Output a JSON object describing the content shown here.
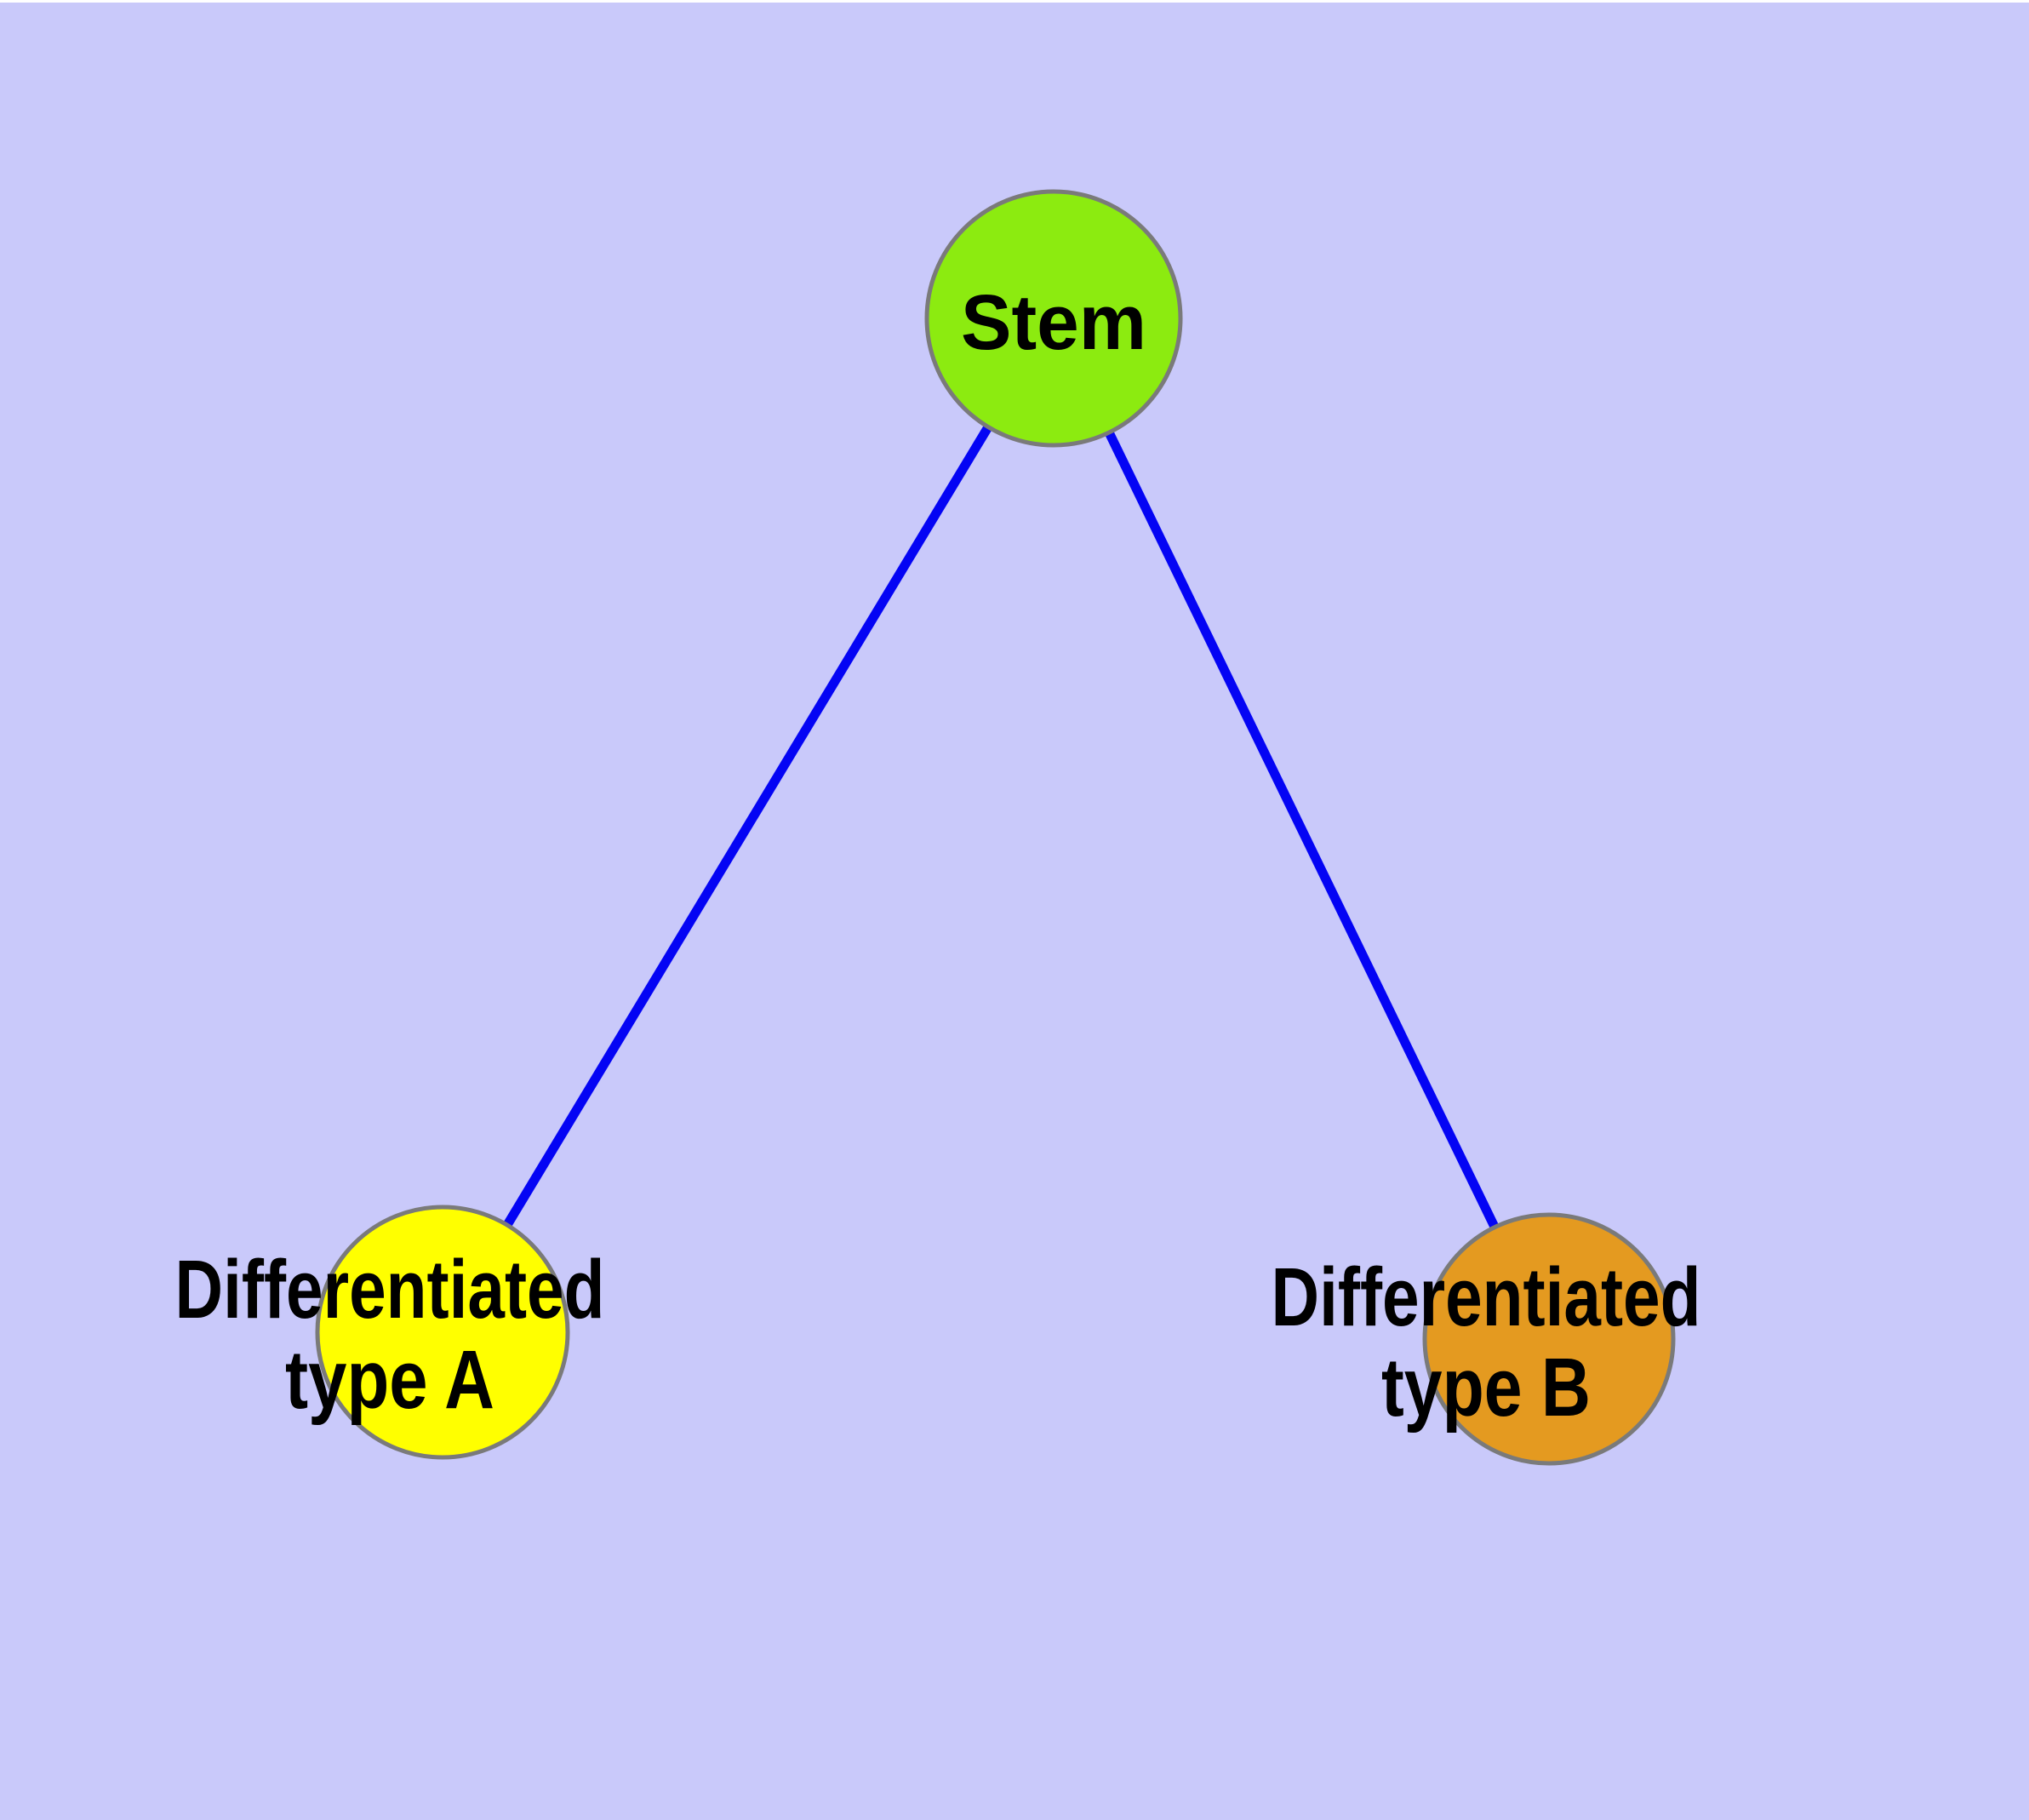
{
  "diagram": {
    "type": "graph",
    "background_color": "#C9C9FA",
    "edge_color": "#0404F4",
    "node_border_color": "#7A7A7A",
    "label_color": "#000000",
    "nodes": [
      {
        "id": "stem",
        "label": "Stem",
        "label_line1": "Stem",
        "label_line2": "",
        "color": "#8CEB10"
      },
      {
        "id": "typeA",
        "label": "Differentiated type A",
        "label_line1": "Differentiated",
        "label_line2": "type A",
        "color": "#FFFF00"
      },
      {
        "id": "typeB",
        "label": "Differentiated type B",
        "label_line1": "Differentiated",
        "label_line2": "type B",
        "color": "#E49A20"
      }
    ],
    "edges": [
      {
        "from": "stem",
        "to": "typeA"
      },
      {
        "from": "stem",
        "to": "typeB"
      }
    ]
  }
}
